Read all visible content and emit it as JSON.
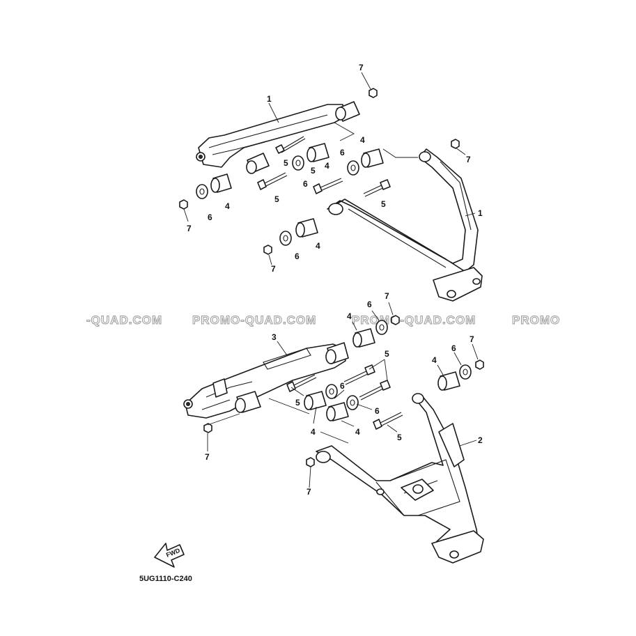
{
  "watermark": {
    "segments": [
      "-QUAD.COM",
      "PROMO-QUAD.COM",
      "PROMO-QUAD.COM",
      "PROMO"
    ]
  },
  "callouts": {
    "upper_arm": "1",
    "lower_arm_left": "3",
    "lower_arm_right": "2",
    "bushing": "4",
    "bolt": "5",
    "washer": "6",
    "nut": "7"
  },
  "direction_arrow": {
    "label": "FWD",
    "icon": "fwd-arrow-icon"
  },
  "diagram_code": "5UG1110-C240",
  "colors": {
    "line": "#1a1a1a",
    "watermark": "#9a9a9a",
    "background": "#ffffff"
  }
}
